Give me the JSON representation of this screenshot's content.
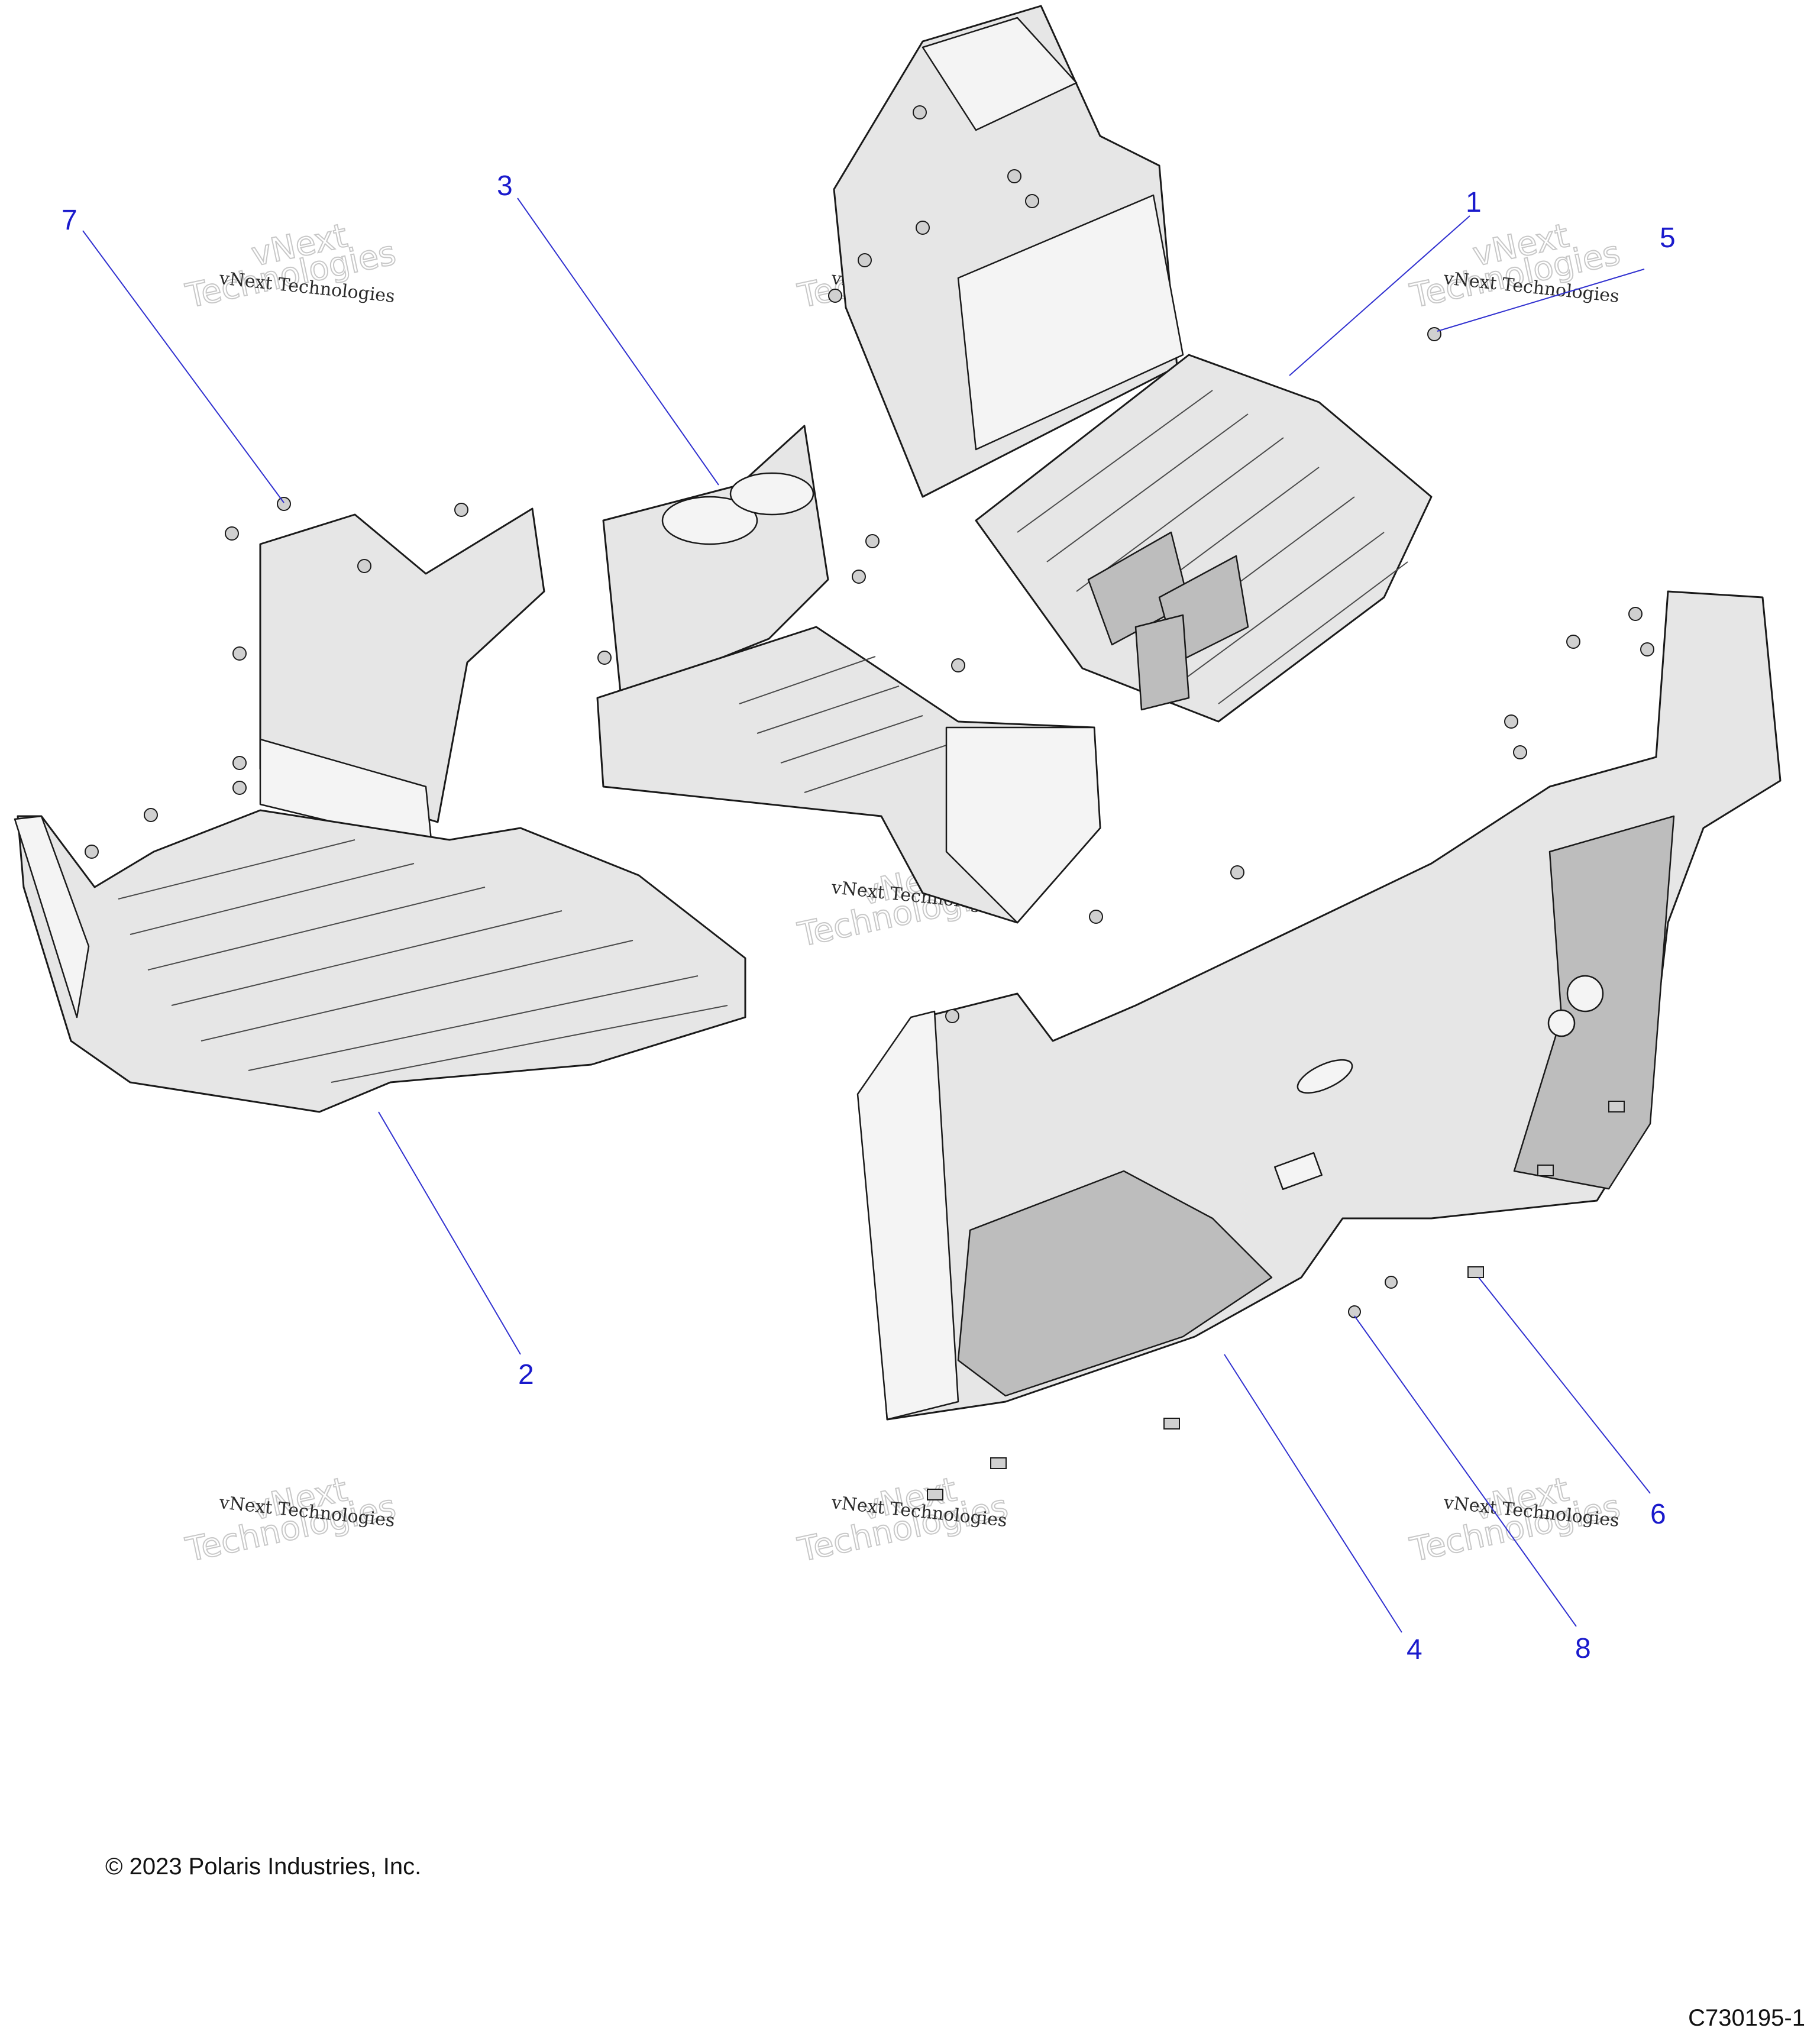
{
  "callouts": [
    {
      "label": "1",
      "part": "rear-floor-panel"
    },
    {
      "label": "2",
      "part": "front-floor-panel-left"
    },
    {
      "label": "3",
      "part": "center-console"
    },
    {
      "label": "4",
      "part": "firewall-dash-panel"
    },
    {
      "label": "5",
      "part": "push-rivet-rear"
    },
    {
      "label": "6",
      "part": "clip-nut"
    },
    {
      "label": "7",
      "part": "push-rivet-front"
    },
    {
      "label": "8",
      "part": "grommet-nut"
    }
  ],
  "watermark": {
    "line1": "vNext Technologies",
    "line2": "vNext",
    "line3": "Technologies"
  },
  "footer": {
    "copyright": "© 2023 Polaris Industries, Inc.",
    "figure_code": "C730195-1"
  },
  "colors": {
    "callout": "#1a1acc",
    "leader": "#3030d0",
    "part_fill": "#e6e6e6",
    "part_shade": "#bdbdbd"
  }
}
